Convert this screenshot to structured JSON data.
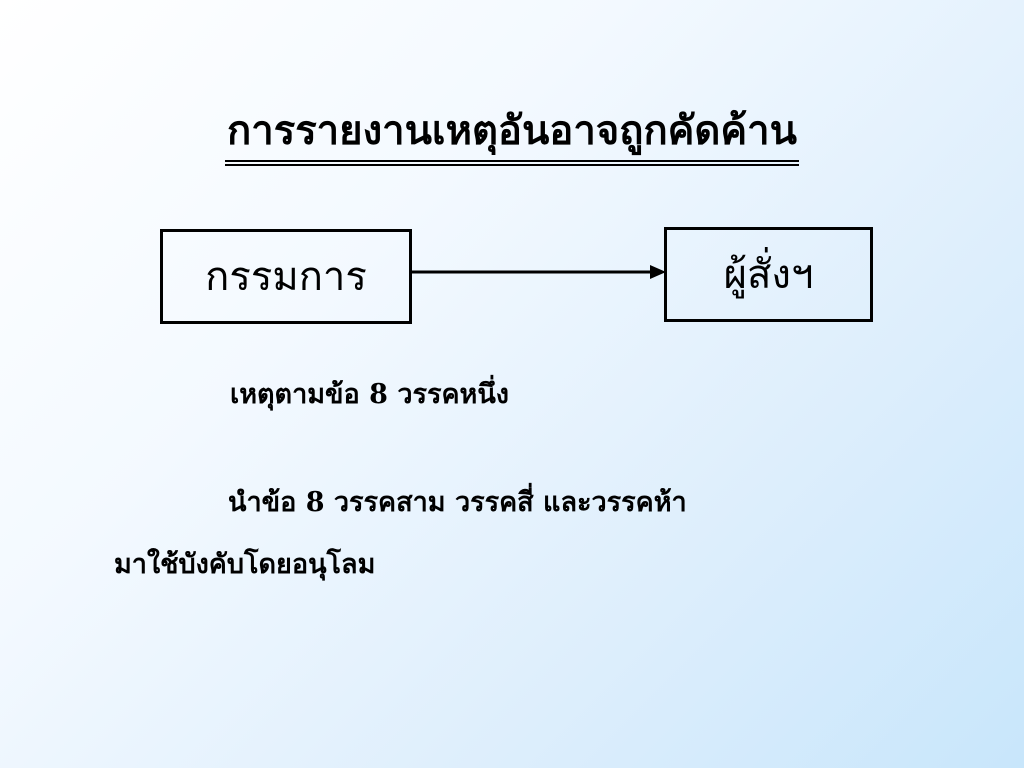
{
  "slide": {
    "title": "การรายงานเหตุอันอาจถูกคัดค้าน",
    "diagram": {
      "source_box": "กรรมการ",
      "target_box": "ผู้สั่งฯ"
    },
    "paragraphs": {
      "line_1": "เหตุตามข้อ  8  วรรคหนึ่ง",
      "line_2": "นำข้อ  8  วรรคสาม  วรรคสี่  และวรรคห้า",
      "line_3": "มาใช้บังคับโดยอนุโลม"
    }
  }
}
